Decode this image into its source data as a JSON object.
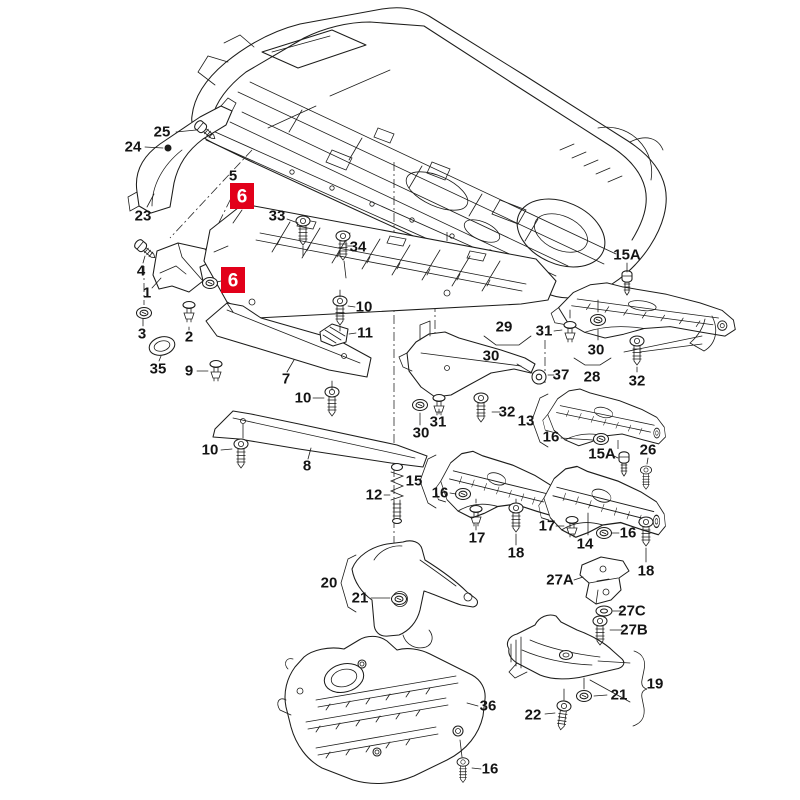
{
  "diagram": {
    "type": "exploded-parts-diagram",
    "background": "#ffffff",
    "line_color": "#1d1d1b",
    "highlight": {
      "fill": "#e2001a",
      "text_color": "#ffffff",
      "label": "6"
    }
  },
  "callouts": {
    "c25": "25",
    "c24": "24",
    "c23": "23",
    "c5": "5",
    "c6a": "6",
    "c33": "33",
    "c34": "34",
    "c4": "4",
    "c1": "1",
    "c6b": "6",
    "c3": "3",
    "c2": "2",
    "c35": "35",
    "c9": "9",
    "c7": "7",
    "c10a": "10",
    "c10b": "10",
    "c10c": "10",
    "c8": "8",
    "c11": "11",
    "c12": "12",
    "c15A1": "15A",
    "c31a": "31",
    "c30a": "30",
    "c28": "28",
    "c32a": "32",
    "c29": "29",
    "c30b": "30",
    "c37": "37",
    "c31b": "31",
    "c30c": "30",
    "c32b": "32",
    "c13": "13",
    "c16a": "16",
    "c15A2": "15A",
    "c26": "26",
    "c15": "15",
    "c16b": "16",
    "c17a": "17",
    "c18a": "18",
    "c17b": "17",
    "c14": "14",
    "c16c": "16",
    "c18b": "18",
    "c27A": "27A",
    "c27C": "27C",
    "c27B": "27B",
    "c20": "20",
    "c21a": "21",
    "c36": "36",
    "c16d": "16",
    "c19": "19",
    "c21b": "21",
    "c22": "22"
  }
}
